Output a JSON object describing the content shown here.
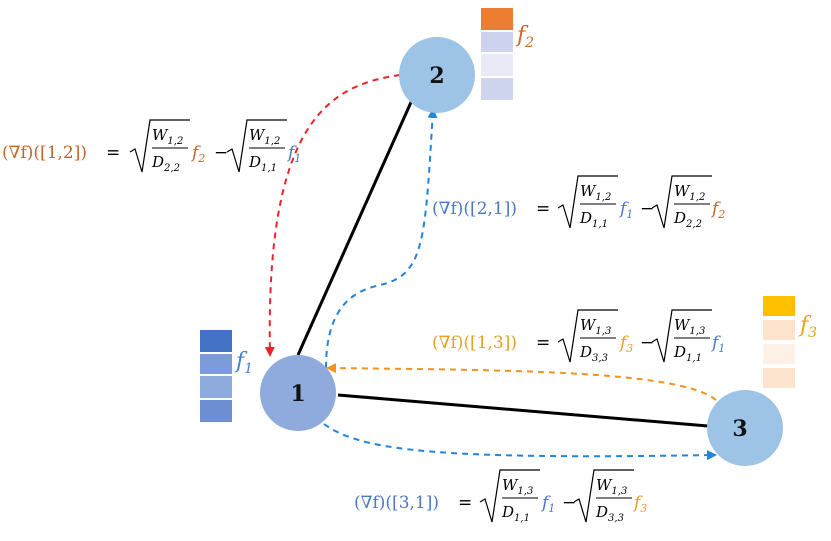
{
  "nodes": [
    {
      "id": "1",
      "label": "1"
    },
    {
      "id": "2",
      "label": "2"
    },
    {
      "id": "3",
      "label": "3"
    }
  ],
  "signals": [
    {
      "name": "f",
      "sub": "1",
      "color": "#4a7fcf",
      "cells": [
        "#4472c4",
        "#7b9bdb",
        "#8faadc",
        "#6d8fd1"
      ]
    },
    {
      "name": "f",
      "sub": "2",
      "color": "#c8682a",
      "cells": [
        "#ed7d31",
        "#cdd3ee",
        "#e8eaf6",
        "#cfd5ee"
      ]
    },
    {
      "name": "f",
      "sub": "3",
      "color": "#e8a317",
      "cells": [
        "#ffc000",
        "#fde3cc",
        "#fdf0e4",
        "#fce4cf"
      ]
    }
  ],
  "equations": {
    "grad_12": {
      "lhs": "(∇f)([1,2])",
      "a_num": "W",
      "a_num_sub": "1,2",
      "a_den": "D",
      "a_den_sub": "2,2",
      "a_f_sub": "2",
      "b_num": "W",
      "b_num_sub": "1,2",
      "b_den": "D",
      "b_den_sub": "1,1",
      "b_f_sub": "1"
    },
    "grad_21": {
      "lhs": "(∇f)([2,1])",
      "a_num": "W",
      "a_num_sub": "1,2",
      "a_den": "D",
      "a_den_sub": "1,1",
      "a_f_sub": "1",
      "b_num": "W",
      "b_num_sub": "1,2",
      "b_den": "D",
      "b_den_sub": "2,2",
      "b_f_sub": "2"
    },
    "grad_13": {
      "lhs": "(∇f)([1,3])",
      "a_num": "W",
      "a_num_sub": "1,3",
      "a_den": "D",
      "a_den_sub": "3,3",
      "a_f_sub": "3",
      "b_num": "W",
      "b_num_sub": "1,3",
      "b_den": "D",
      "b_den_sub": "1,1",
      "b_f_sub": "1"
    },
    "grad_31": {
      "lhs": "(∇f)([3,1])",
      "a_num": "W",
      "a_num_sub": "1,3",
      "a_den": "D",
      "a_den_sub": "1,1",
      "a_f_sub": "1",
      "b_num": "W",
      "b_num_sub": "1,3",
      "b_den": "D",
      "b_den_sub": "3,3",
      "b_f_sub": "3"
    }
  },
  "symbols": {
    "equals": "=",
    "minus": "−",
    "f": "f"
  },
  "colors": {
    "node_fill": "#9dc3e6",
    "node1_fill": "#8faadc",
    "edge": "#000000",
    "arrow_red": "#e8242b",
    "arrow_blue": "#2384d8",
    "arrow_orange": "#f0941e",
    "eq_green": "#5a9a3a",
    "eq_blue": "#4a78c8",
    "eq_orange": "#e8a020",
    "eq_brown": "#c0662a",
    "f1": "#4a7fcf",
    "f2": "#c8682a",
    "f3": "#e8a317"
  }
}
